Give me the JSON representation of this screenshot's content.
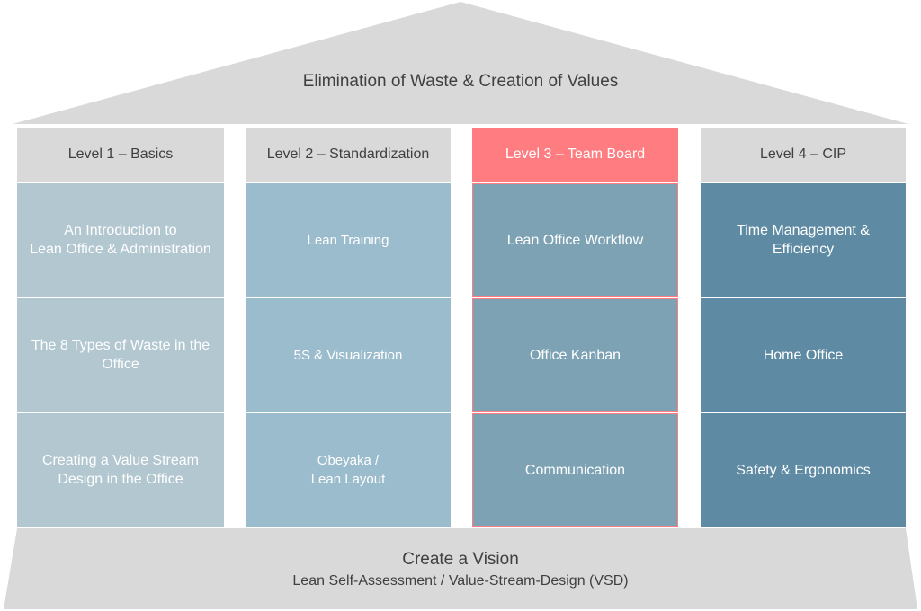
{
  "roof": {
    "title": "Elimination of Waste & Creation of Values"
  },
  "columns": [
    {
      "header": "Level 1 – Basics",
      "items": [
        "An Introduction to\nLean Office & Administration",
        "The 8 Types of Waste in the\nOffice",
        "Creating a Value Stream\nDesign in the Office"
      ]
    },
    {
      "header": "Level 2 – Standardization",
      "items": [
        "Lean Training",
        "5S & Visualization",
        "Obeyaka /\nLean Layout"
      ]
    },
    {
      "header": "Level 3 – Team Board",
      "highlighted": true,
      "items": [
        "Lean Office Workflow",
        "Office Kanban",
        "Communication"
      ]
    },
    {
      "header": "Level 4 – CIP",
      "items": [
        "Time Management &\nEfficiency",
        "Home Office",
        "Safety & Ergonomics"
      ]
    }
  ],
  "foundation": {
    "title": "Create a Vision",
    "subtitle": "Lean Self-Assessment / Value-Stream-Design (VSD)"
  },
  "colors": {
    "roof": "#d9d9d9",
    "highlight": "#ff7c80",
    "col1": "#b3c7d0",
    "col2": "#9bbccd",
    "col3": "#7ca2b4",
    "col4": "#5e8ba3"
  }
}
